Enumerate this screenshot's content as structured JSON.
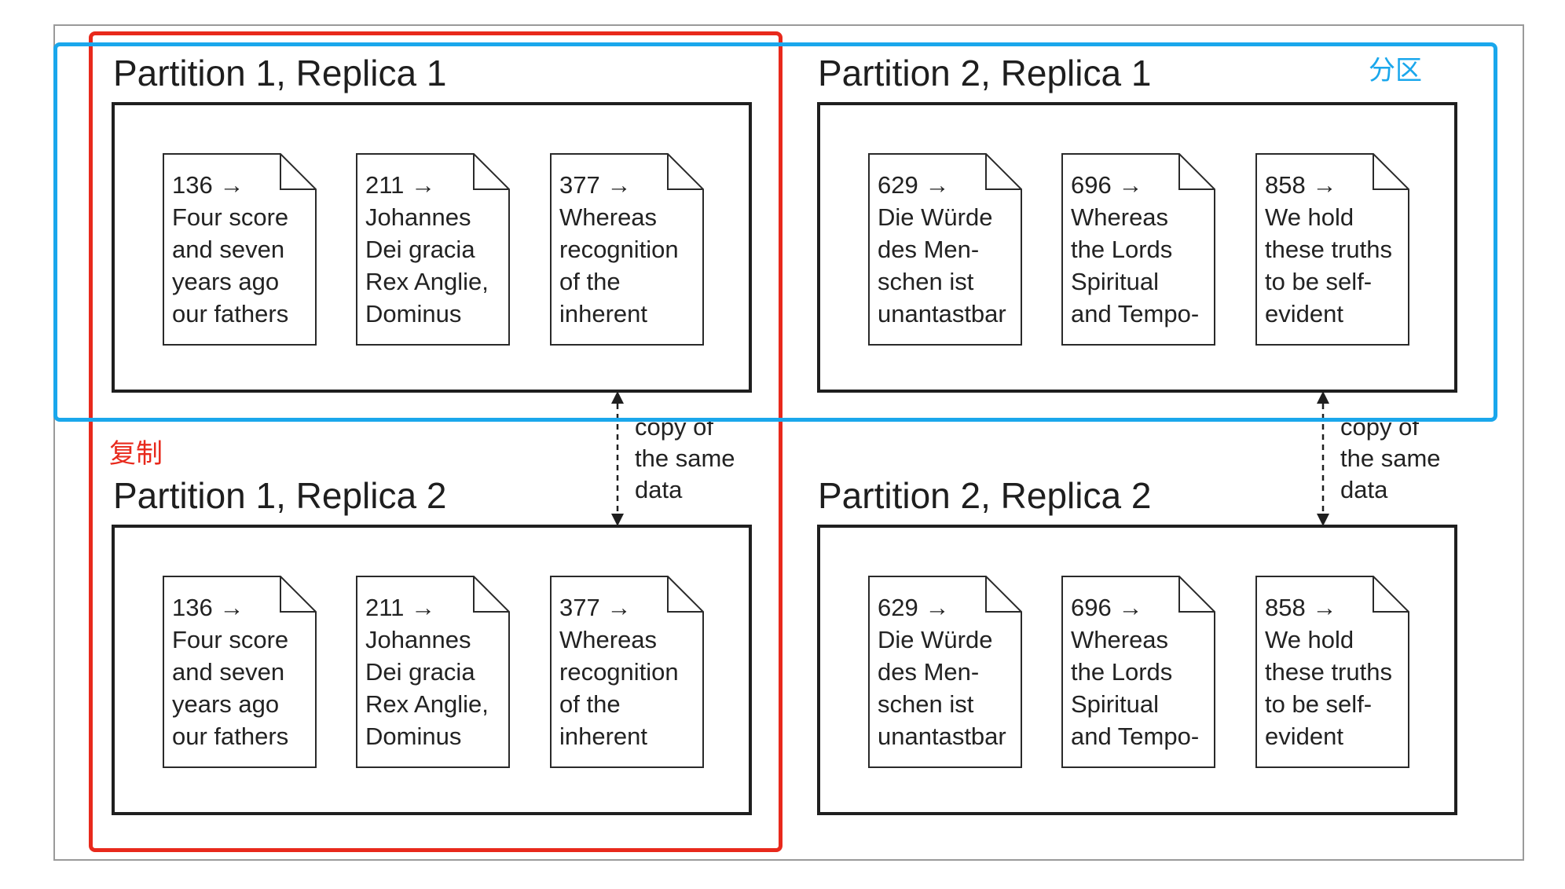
{
  "partitions": [
    {
      "title": "Partition 1, Replica 1",
      "docs": [
        {
          "id": "136 →",
          "lines": [
            "Four score",
            "and seven",
            "years ago",
            "our fathers"
          ]
        },
        {
          "id": "211 →",
          "lines": [
            "Johannes",
            "Dei gracia",
            "Rex Anglie,",
            "Dominus"
          ]
        },
        {
          "id": "377 →",
          "lines": [
            "Whereas",
            "recognition",
            "of the",
            "inherent"
          ]
        }
      ]
    },
    {
      "title": "Partition 2, Replica 1",
      "docs": [
        {
          "id": "629 →",
          "lines": [
            "Die Würde",
            "des Men-",
            "schen ist",
            "unantastbar"
          ]
        },
        {
          "id": "696 →",
          "lines": [
            "Whereas",
            "the Lords",
            "Spiritual",
            "and Tempo-"
          ]
        },
        {
          "id": "858 →",
          "lines": [
            "We hold",
            "these truths",
            "to be self-",
            "evident"
          ]
        }
      ]
    },
    {
      "title": "Partition 1, Replica 2",
      "docs": [
        {
          "id": "136 →",
          "lines": [
            "Four score",
            "and seven",
            "years ago",
            "our fathers"
          ]
        },
        {
          "id": "211 →",
          "lines": [
            "Johannes",
            "Dei gracia",
            "Rex Anglie,",
            "Dominus"
          ]
        },
        {
          "id": "377 →",
          "lines": [
            "Whereas",
            "recognition",
            "of the",
            "inherent"
          ]
        }
      ]
    },
    {
      "title": "Partition 2, Replica 2",
      "docs": [
        {
          "id": "629 →",
          "lines": [
            "Die Würde",
            "des Men-",
            "schen ist",
            "unantastbar"
          ]
        },
        {
          "id": "696 →",
          "lines": [
            "Whereas",
            "the Lords",
            "Spiritual",
            "and Tempo-"
          ]
        },
        {
          "id": "858 →",
          "lines": [
            "We hold",
            "these truths",
            "to be self-",
            "evident"
          ]
        }
      ]
    }
  ],
  "copy_labels": [
    [
      "copy of",
      "the same",
      "data"
    ],
    [
      "copy of",
      "the same",
      "data"
    ]
  ],
  "annotations": {
    "replication_label": "复制",
    "partition_label": "分区",
    "replication_color": "#e8291c",
    "partition_color": "#1aa7ec"
  }
}
